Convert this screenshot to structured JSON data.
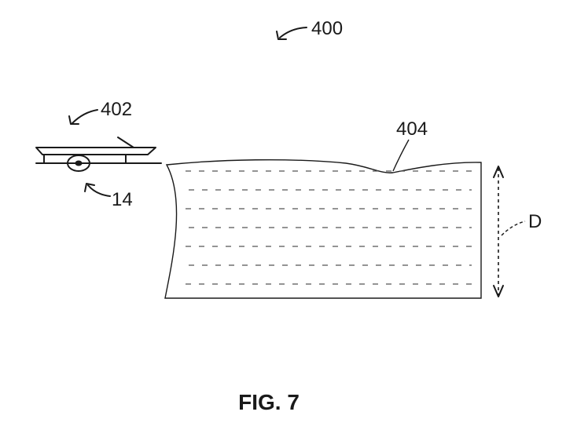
{
  "figure": {
    "caption": "FIG. 7",
    "labels": {
      "system": "400",
      "vehicle": "402",
      "sensor": "14",
      "body_of_water": "404",
      "depth": "D"
    }
  }
}
